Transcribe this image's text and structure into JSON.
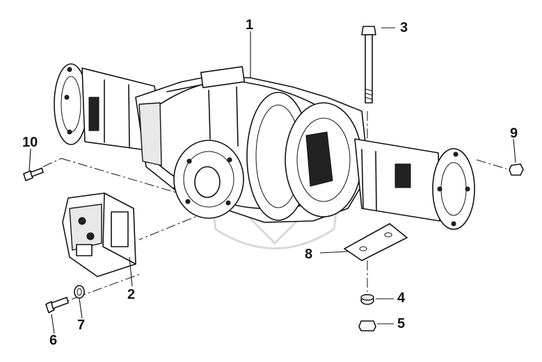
{
  "callouts": {
    "c1": "1",
    "c2": "2",
    "c3": "3",
    "c4": "4",
    "c5": "5",
    "c6": "6",
    "c7": "7",
    "c8": "8",
    "c9": "9",
    "c10": "10"
  },
  "parts": [
    "axle-housing",
    "hydraulic-motor",
    "long-bolt",
    "washer",
    "nut",
    "bolt",
    "seal-ring",
    "mounting-plate",
    "cap-nut",
    "screw"
  ]
}
